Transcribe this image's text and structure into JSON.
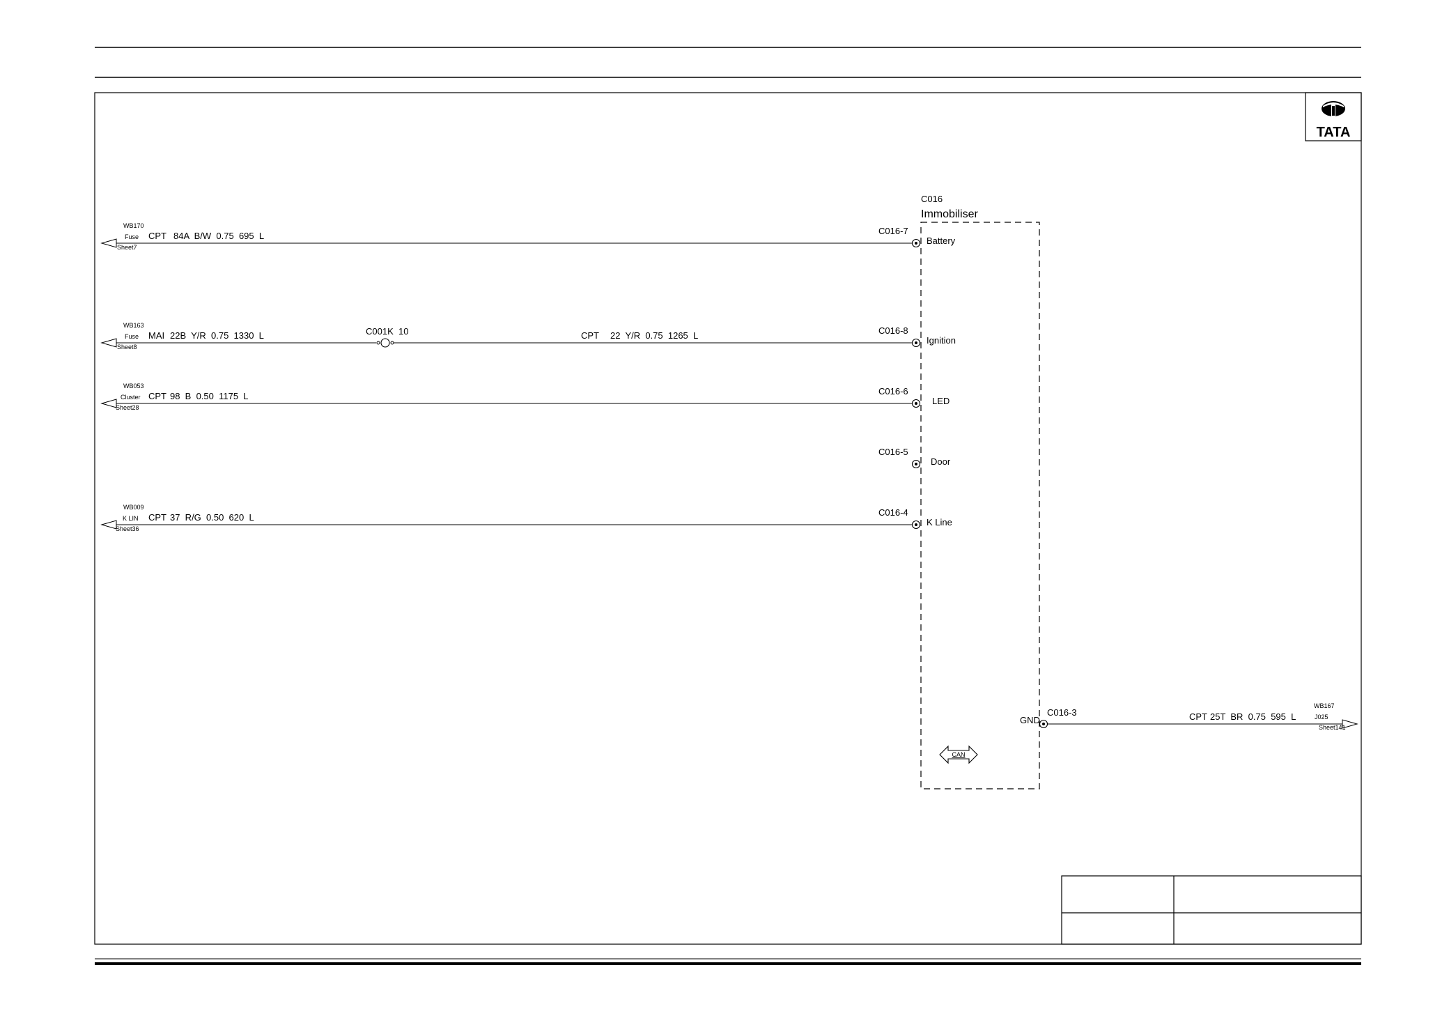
{
  "logo": {
    "text": "TATA"
  },
  "module": {
    "code": "C016",
    "name": "Immobiliser",
    "pins": [
      {
        "id": "C016-7",
        "label": "Battery"
      },
      {
        "id": "C016-8",
        "label": "Ignition"
      },
      {
        "id": "C016-6",
        "label": "LED"
      },
      {
        "id": "C016-5",
        "label": "Door"
      },
      {
        "id": "C016-4",
        "label": "K Line"
      },
      {
        "id": "C016-3",
        "label": "GND"
      }
    ],
    "bus_label": "CAN"
  },
  "wires": [
    {
      "ref": "WB170",
      "dest": "Fuse",
      "sheet": "Sheet7",
      "harness": "CPT",
      "spec": "84A  B/W  0.75  695  L",
      "pin": "C016-7"
    },
    {
      "ref": "WB163",
      "dest": "Fuse",
      "sheet": "Sheet8",
      "harness": "MAI",
      "spec": "22B  Y/R  0.75  1330  L",
      "inline_connector": "C001K  10",
      "harness2": "CPT",
      "spec2": "22  Y/R  0.75  1265  L",
      "pin": "C016-8"
    },
    {
      "ref": "WB053",
      "dest": "Cluster",
      "sheet": "Sheet28",
      "harness": "CPT",
      "spec": "98  B  0.50  1175  L",
      "pin": "C016-6"
    },
    {
      "ref": "WB009",
      "dest": "K LIN",
      "sheet": "Sheet36",
      "harness": "CPT",
      "spec": "37  R/G  0.50  620  L",
      "pin": "C016-4"
    },
    {
      "ref": "WB167",
      "dest": "J025",
      "sheet": "Sheet141",
      "harness": "CPT",
      "spec": "25T  BR  0.75  595  L",
      "pin": "C016-3"
    }
  ]
}
